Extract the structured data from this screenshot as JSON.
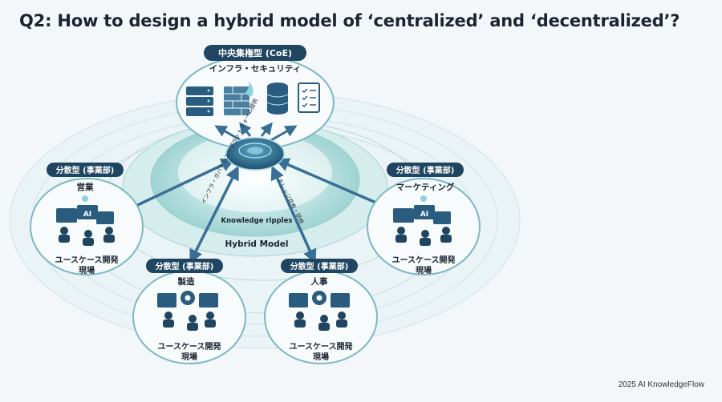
{
  "title": "Q2: How to design a hybrid model of ‘centralized’ and ‘decentralized’?",
  "center": {
    "badge": "中央集権型 (CoE)",
    "subtitle": "インフラ・セキュリティ",
    "ripples_label": "Knowledge ripples",
    "hybrid_label": "Hybrid Model",
    "arrow_label_left": "インフラ・ガバナンス・プラットフォーム提供",
    "arrow_label_right": "ナレッジ共有・研修"
  },
  "units": [
    {
      "badge": "分散型 (事業部)",
      "name": "営業",
      "caption_line1": "ユースケース開発",
      "caption_line2": "現場"
    },
    {
      "badge": "分散型 (事業部)",
      "name": "マーケティング",
      "caption_line1": "ユースケース開発",
      "caption_line2": "現場"
    },
    {
      "badge": "分散型 (事業部)",
      "name": "製造",
      "caption_line1": "ユースケース開発",
      "caption_line2": "現場"
    },
    {
      "badge": "分散型 (事業部)",
      "name": "人事",
      "caption_line1": "ユースケース開発",
      "caption_line2": "現場"
    }
  ],
  "footer": "2025 AI KnowledgeFlow",
  "colors": {
    "navy": "#1f4560",
    "teal": "#7cc4c4",
    "arrow": "#3a6f95"
  }
}
